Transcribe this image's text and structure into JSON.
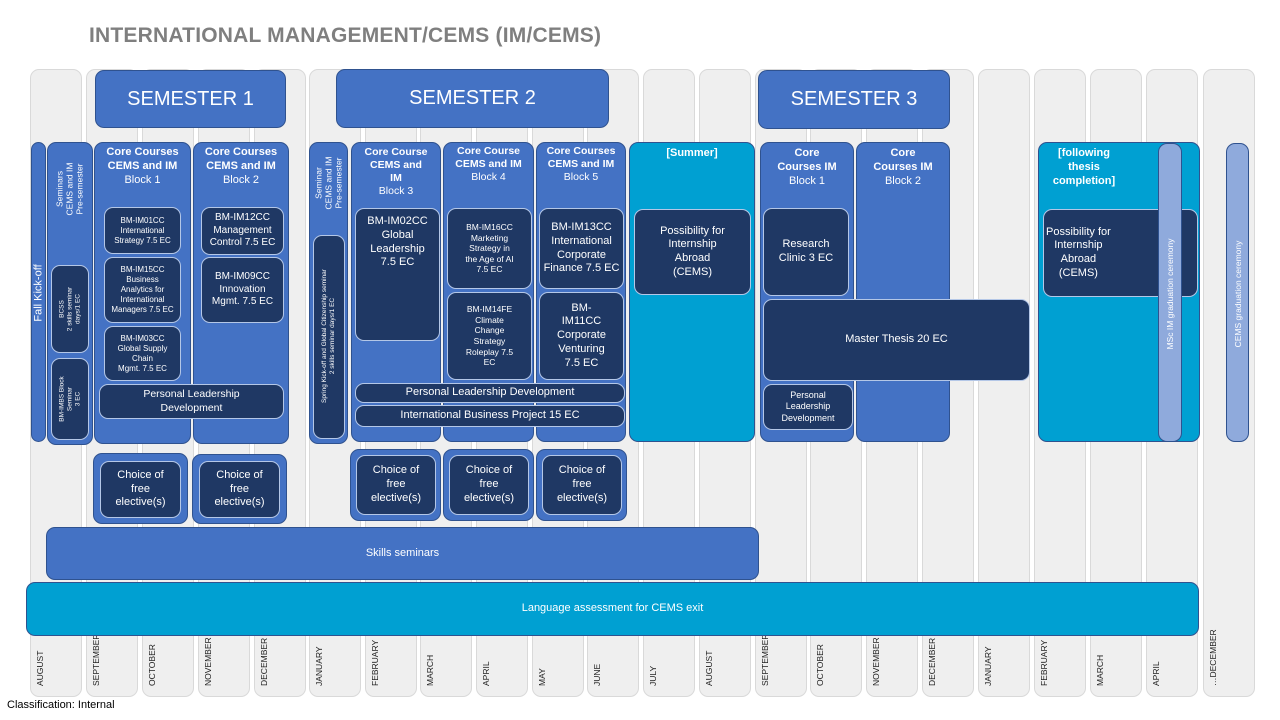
{
  "title": "INTERNATIONAL MANAGEMENT/CEMS (IM/CEMS)",
  "classification": "Classification: Internal",
  "months": [
    "AUGUST",
    "SEPTEMBER",
    "OCTOBER",
    "NOVEMBER",
    "DECEMBER",
    "JANUARY",
    "FEBRUARY",
    "MARCH",
    "APRIL",
    "MAY",
    "JUNE",
    "JULY",
    "AUGUST",
    "SEPTEMBER",
    "OCTOBER",
    "NOVEMBER",
    "DECEMBER",
    "JANUARY",
    "FEBRUARY",
    "MARCH",
    "APRIL",
    "…DECEMBER"
  ],
  "semesters": {
    "s1": "SEMESTER 1",
    "s2": "SEMESTER 2",
    "s3": "SEMESTER 3"
  },
  "fall_kickoff": "Fall Kick-off",
  "seminars_pre1": "Seminars\nCEMS and IM\nPre-semester",
  "bcss": "BCSS\n2 skills seminar\ndays/1 EC",
  "bm_imbs": "BM-IMBS Block\nSeminar\n3 EC",
  "seminars_pre2": "Seminar\nCEMS and IM\nPre-semester",
  "spring_kickoff": "Spring Kick-off and Global Citizenship seminar\n2 skills seminar days/1 EC",
  "s1_block1": {
    "h1": "Core Courses",
    "h2": "CEMS and IM",
    "h3": "Block 1"
  },
  "s1_block2": {
    "h1": "Core Courses",
    "h2": "CEMS and IM",
    "h3": "Block 2"
  },
  "s2_block3": {
    "h1": "Core Course",
    "h2": "CEMS and",
    "h2b": "IM",
    "h3": "Block 3"
  },
  "s2_block4": {
    "h1": "Core Course",
    "h2": "CEMS and IM",
    "h3": "Block 4"
  },
  "s2_block5": {
    "h1": "Core Courses",
    "h2": "CEMS and IM",
    "h3": "Block 5"
  },
  "summer": {
    "label": "[Summer]",
    "text": "Possibility for\nInternship\nAbroad\n(CEMS)"
  },
  "s3_block1": {
    "h1": "Core",
    "h2": "Courses IM",
    "h3": "Block 1"
  },
  "s3_block2": {
    "h1": "Core",
    "h2": "Courses IM",
    "h3": "Block 2"
  },
  "following": {
    "label": "[following\nthesis\ncompletion]",
    "text": "Possibility for\nInternship\nAbroad\n(CEMS)"
  },
  "courses": {
    "im01": "BM-IM01CC\nInternational\nStrategy 7.5 EC",
    "im15": "BM-IM15CC\nBusiness\nAnalytics for\nInternational\nManagers 7.5 EC",
    "im03": "BM-IM03CC\nGlobal Supply\nChain\nMgmt. 7.5 EC",
    "im12": "BM-IM12CC\nManagement\nControl 7.5 EC",
    "im09": "BM-IM09CC\nInnovation\nMgmt. 7.5 EC",
    "im02": "BM-IM02CC\nGlobal\nLeadership\n7.5 EC",
    "im16": "BM-IM16CC\nMarketing\nStrategy in\nthe Age of AI\n7.5 EC",
    "im14": "BM-IM14FE\nClimate\nChange\nStrategy\nRoleplay 7.5\nEC",
    "im13": "BM-IM13CC\nInternational\nCorporate\nFinance 7.5 EC",
    "im11": "BM-\nIM11CC\nCorporate\nVenturing\n7.5 EC",
    "research": "Research\nClinic 3 EC"
  },
  "pld_s1": "Personal Leadership\nDevelopment",
  "pld_s2": "Personal Leadership Development",
  "ibp": "International Business Project 15 EC",
  "pld_s3": "Personal\nLeadership\nDevelopment",
  "thesis": "Master Thesis 20 EC",
  "msc_ceremony": "MSc IM graduation ceremony",
  "cems_ceremony": "CEMS graduation ceremony",
  "electives": [
    "Choice of\nfree\nelective(s)",
    "Choice of\nfree\nelective(s)",
    "Choice of\nfree\nelective(s)",
    "Choice of\nfree\nelective(s)",
    "Choice of\nfree\nelective(s)"
  ],
  "skills": "Skills seminars",
  "language": "Language assessment for CEMS exit",
  "colors": {
    "mid_blue": "#4472c4",
    "dark_navy": "#1f3864",
    "cyan": "#00a0d2",
    "light_blue": "#8faadc",
    "title_grey": "#7f7f7f"
  }
}
